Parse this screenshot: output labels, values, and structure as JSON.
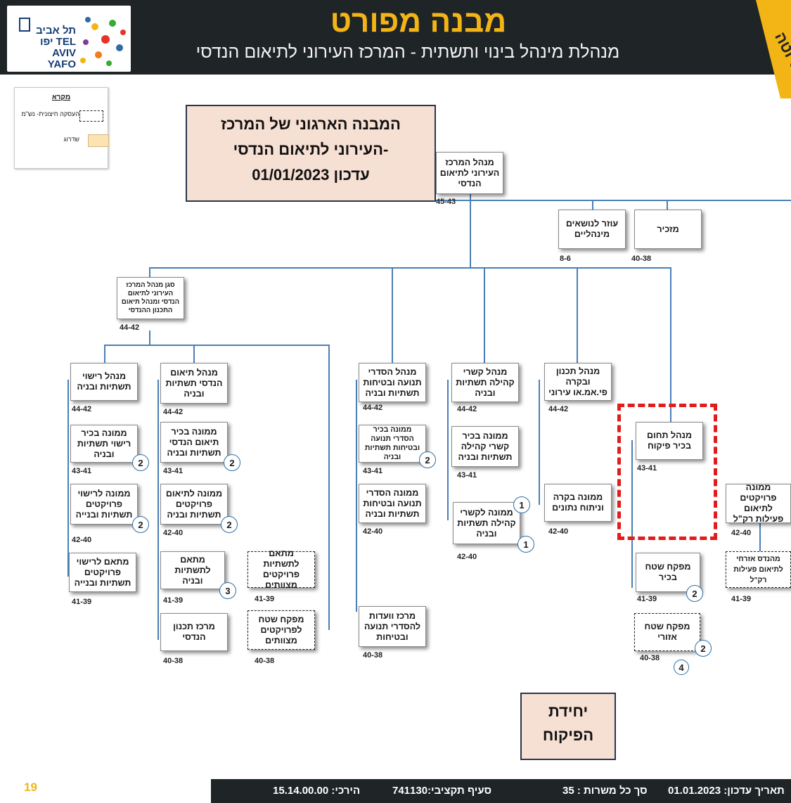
{
  "header": {
    "logo": "תל אביב יפו TEL AVIV YAFO",
    "title": "מבנה מפורט",
    "subtitle": "מנהלת מינהל בינוי ותשתית - המרכז העירוני לתיאום הנדסי",
    "corner_tag": "טיוטה"
  },
  "legend": {
    "title": "מקרא",
    "items": [
      {
        "label": "העסקה חיצונית- נש\"מ"
      },
      {
        "label": "שדרוג"
      }
    ]
  },
  "title_box": {
    "line1": "המבנה הארגוני של המרכז",
    "line2": "העירוני לתיאום הנדסי-",
    "line3": "עדכון 01/01/2023"
  },
  "nodes": {
    "head": {
      "label": "מנהל המרכז העירוני לתיאום הנדסי",
      "grade": "45-43"
    },
    "advisor": {
      "label": "עוזר לנושאים מינהליים",
      "grade": "8-6"
    },
    "secretary": {
      "label": "מזכיר",
      "grade": "40-38"
    },
    "deputy": {
      "label": "סגן מנהל המרכז העירוני לתיאום הנדסי ומנהל תיאום התכנון ההנדסי",
      "grade": "44-42"
    },
    "licensing_mgr": {
      "label": "מנהל רישוי תשתיות ובניה",
      "grade": "44-42"
    },
    "licensing_senior": {
      "label": "ממונה בכיר רישוי תשתיות ובניה",
      "grade": "43-41",
      "badge": "2"
    },
    "licensing_officer": {
      "label": "ממונה לרישוי פרויקטים תשתיות ובנייה",
      "grade": "42-40",
      "badge": "2"
    },
    "licensing_coord": {
      "label": "מתאם לרישוי פרויקטים תשתיות ובנייה",
      "grade": "41-39"
    },
    "coord_mgr": {
      "label": "מנהל תיאום הנדסי תשתיות ובניה",
      "grade": "44-42"
    },
    "coord_senior": {
      "label": "ממונה בכיר תיאום הנדסי תשתיות ובניה",
      "grade": "43-41",
      "badge": "2"
    },
    "coord_officer": {
      "label": "ממונה לתיאום פרויקטים תשתיות ובניה",
      "grade": "42-40",
      "badge": "2"
    },
    "coord_infra": {
      "label": "מתאם לתשתיות ובניה",
      "grade": "41-39",
      "badge": "3"
    },
    "eng_center": {
      "label": "מרכז תכנון הנדסי",
      "grade": "40-38"
    },
    "ext_coord": {
      "label": "מתאם לתשתיות פרויקטים מצוותים",
      "grade": "41-39"
    },
    "ext_inspector": {
      "label": "מפקח שטח לפרויקטים מצוותים",
      "grade": "40-38"
    },
    "traffic_mgr": {
      "label": "מנהל הסדרי תנועה ובטיחות תשתיות ובניה",
      "grade": "44-42"
    },
    "traffic_senior": {
      "label": "ממונה בכיר הסדרי תנועה ובטיחות תשתיות ובניה",
      "grade": "43-41",
      "badge": "2"
    },
    "traffic_officer": {
      "label": "ממונה הסדרי תנועה ובטיחות תשתיות ובניה",
      "grade": "42-40"
    },
    "traffic_committees": {
      "label": "מרכז וועדות להסדרי תנועה ובטיחות",
      "grade": "40-38"
    },
    "community_mgr": {
      "label": "מנהל קשרי קהילה תשתיות ובניה",
      "grade": "44-42"
    },
    "community_senior": {
      "label": "ממונה בכיר קשרי קהילה תשתיות ובניה",
      "grade": "43-41"
    },
    "community_officer": {
      "label": "ממונה לקשרי קהילה תשתיות ובניה",
      "grade": "42-40",
      "badge": "1",
      "badge2": "1"
    },
    "planning_mgr": {
      "label": "מנהל תכנון ובקרה פי.אמ.או עירוני",
      "grade": "44-42"
    },
    "control_officer": {
      "label": "ממונה בקרה וניתוח נתונים",
      "grade": "42-40"
    },
    "inspection_mgr": {
      "label": "מנהל תחום בכיר פיקוח",
      "grade": "43-41"
    },
    "senior_inspector": {
      "label": "מפקח שטח בכיר",
      "grade": "41-39",
      "badge": "2"
    },
    "regional_inspector": {
      "label": "מפקח שטח אזורי",
      "grade": "40-38",
      "badge": "2",
      "badge2": "4"
    },
    "light_rail_officer": {
      "label": "ממונה פרויקטים לתיאום פעילות רק\"ל",
      "grade": "42-40"
    },
    "civil_engineer": {
      "label": "מהנדס אזרחי לתיאום פעילות רק\"ל",
      "grade": "41-39"
    }
  },
  "inspection_unit": {
    "line1": "יחידת",
    "line2": "הפיקוח"
  },
  "footer": {
    "page_number": "19",
    "update_date": "תאריך עדכון:  01.01.2023",
    "total_positions": "סך כל משרות :  35",
    "budget_clause": "סעיף תקציבי:741130",
    "hierarchy": "הירכי:  15.14.00.00"
  }
}
